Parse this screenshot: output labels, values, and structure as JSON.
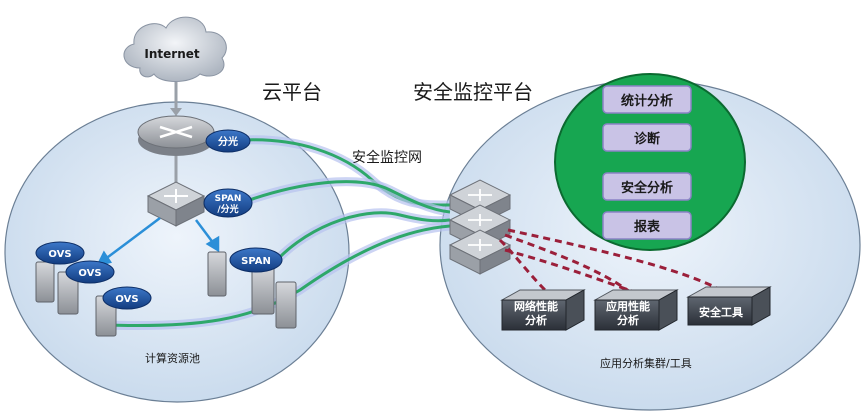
{
  "clouds": {
    "internet": "Internet",
    "cloud_platform": "云平台",
    "security_platform": "安全监控平台"
  },
  "network_label": "安全监控网",
  "router_tag": "分光",
  "switch_tag": {
    "line1": "SPAN",
    "line2": "/分光"
  },
  "ovs_tags": [
    "OVS",
    "OVS",
    "OVS"
  ],
  "server_span_tag": "SPAN",
  "compute_pool": "计算资源池",
  "security_functions": [
    "统计分析",
    "诊断",
    "安全分析",
    "报表"
  ],
  "tools": [
    {
      "line1": "网络性能",
      "line2": "分析"
    },
    {
      "line1": "应用性能",
      "line2": "分析"
    },
    {
      "line1": "安全工具",
      "line2": ""
    }
  ],
  "tools_caption": "应用分析集群/工具",
  "colors": {
    "cloud_bg": "#d9e6f3",
    "oval_tag": "#1e4f9c",
    "green_circle": "#17a651",
    "purple_box": "#c9c3e6",
    "monitor_line": "#2ea86a",
    "blue_arrow": "#2b8fd8",
    "dashed_line": "#9b1f3a"
  }
}
